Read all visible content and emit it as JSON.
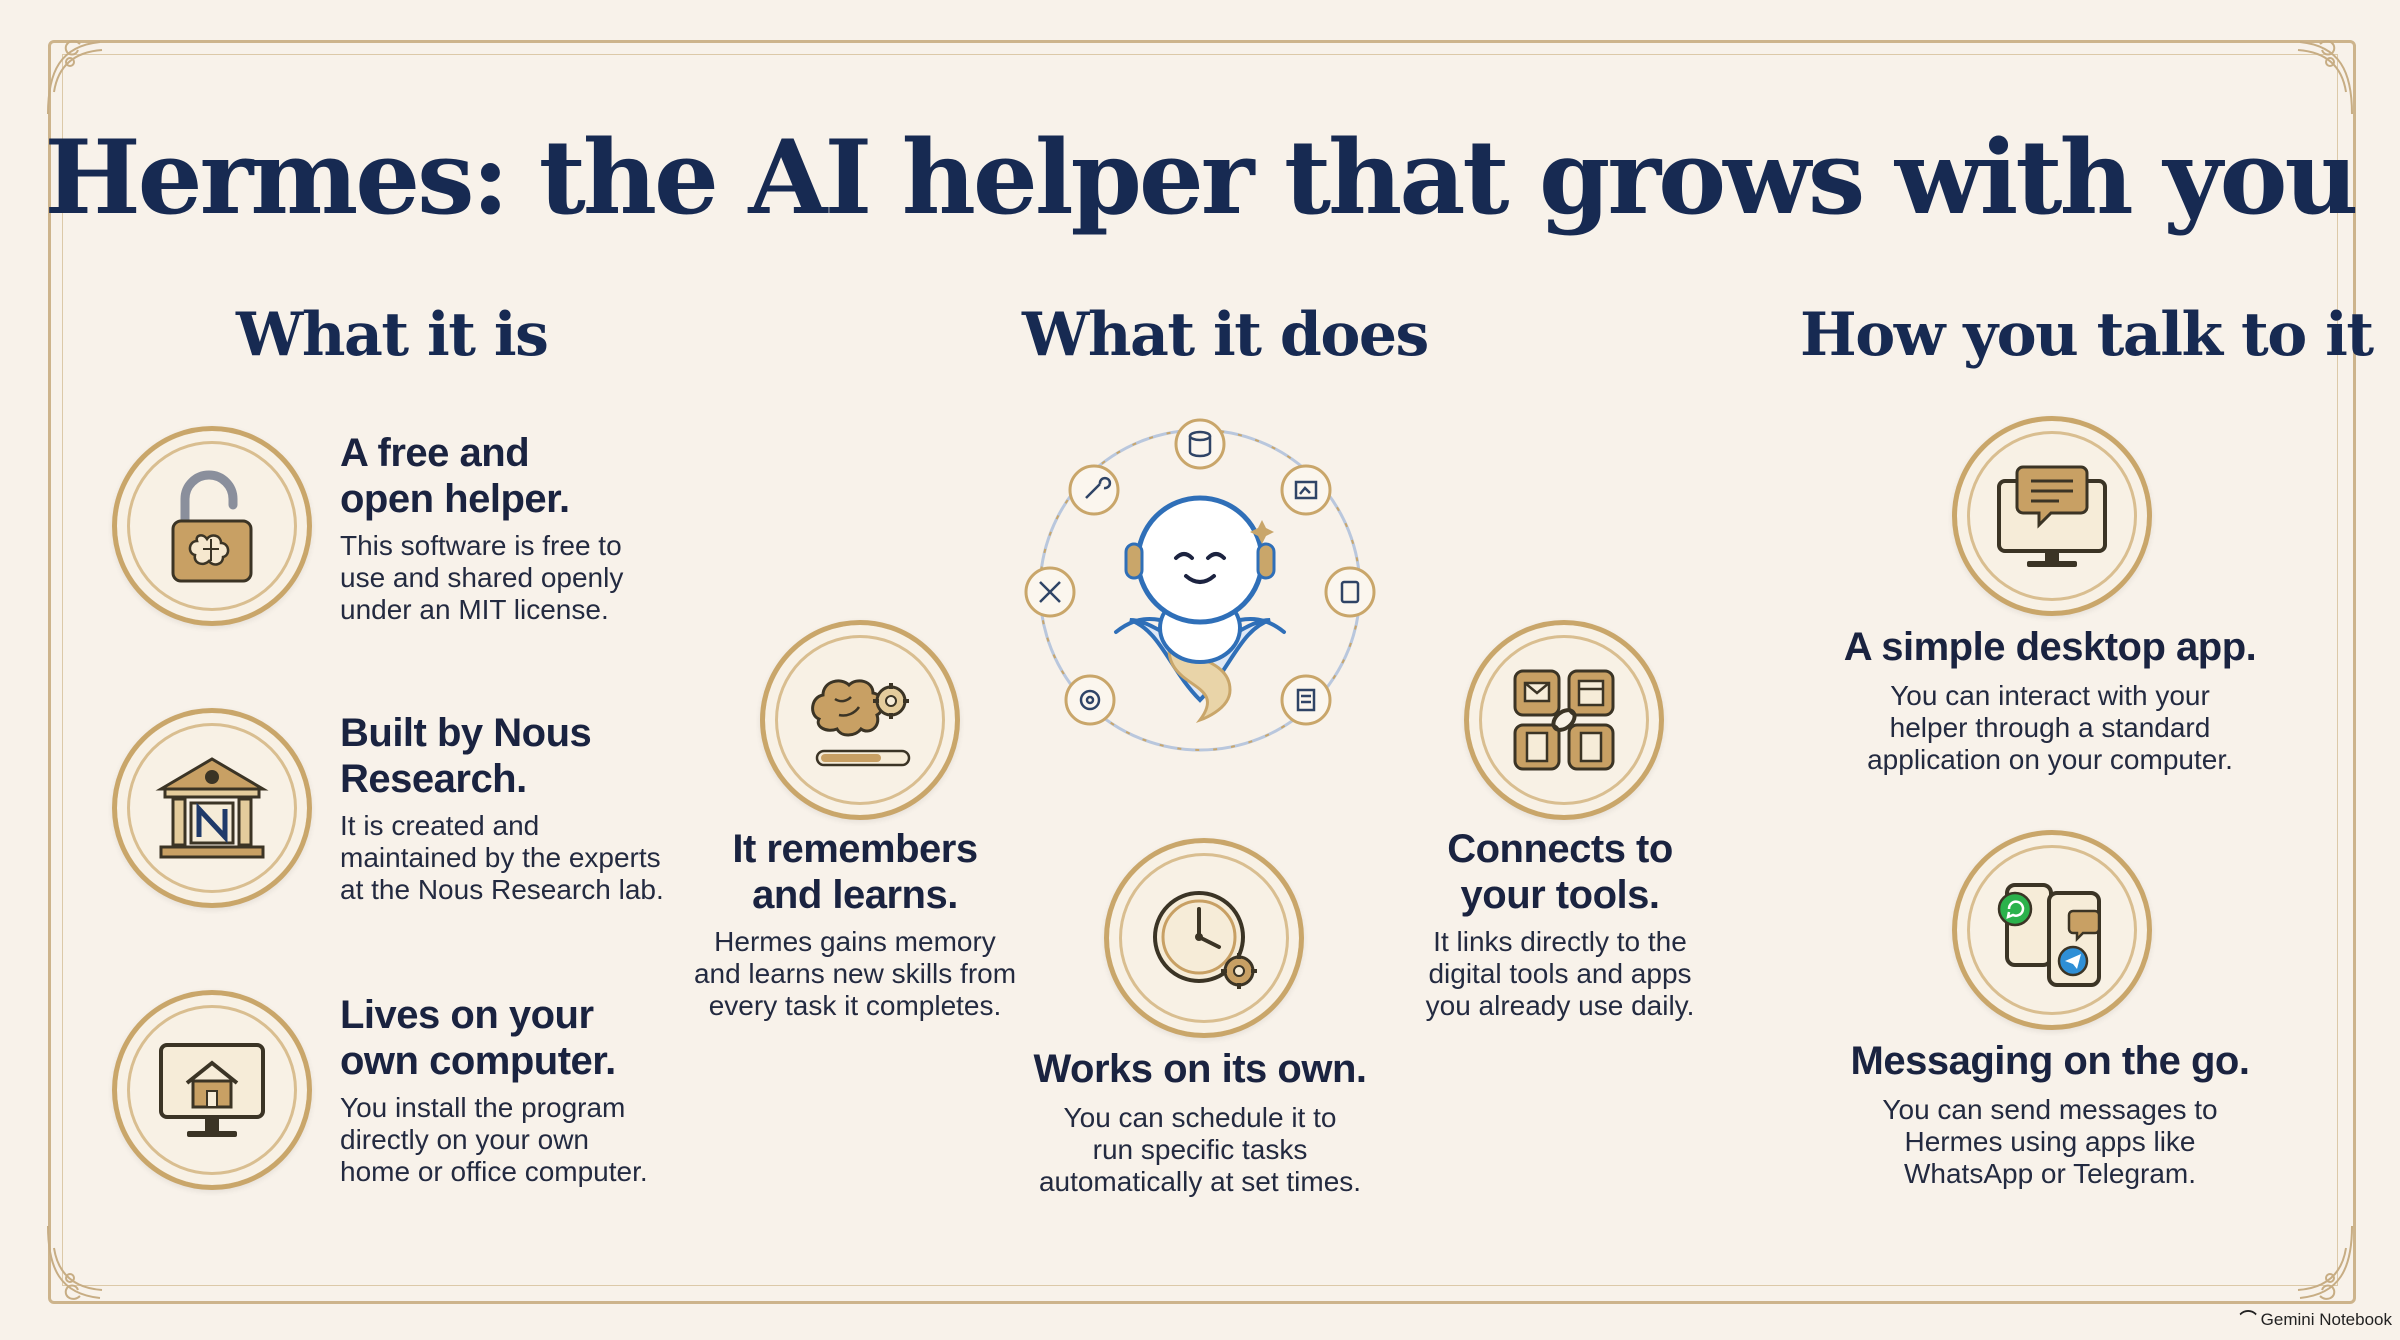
{
  "title": "Hermes: the AI helper that grows with you",
  "columns": {
    "left": {
      "heading": "What it is",
      "items": [
        {
          "icon": "unlocked-brain-icon",
          "title_l1": "A free and",
          "title_l2": "open helper.",
          "desc_l1": "This software is free to",
          "desc_l2": "use and shared openly",
          "desc_l3": "under an MIT license."
        },
        {
          "icon": "institution-building-icon",
          "title_l1": "Built by Nous",
          "title_l2": "Research.",
          "desc_l1": "It is created and",
          "desc_l2": "maintained by the experts",
          "desc_l3": "at the Nous Research lab."
        },
        {
          "icon": "home-computer-icon",
          "title_l1": "Lives on your",
          "title_l2": "own computer.",
          "desc_l1": "You install the program",
          "desc_l2": "directly on your own",
          "desc_l3": "home or office computer."
        }
      ]
    },
    "middle": {
      "heading": "What it does",
      "items": [
        {
          "icon": "brain-gear-icon",
          "title_l1": "It remembers",
          "title_l2": "and learns.",
          "desc_l1": "Hermes gains memory",
          "desc_l2": "and learns new skills from",
          "desc_l3": "every task it completes."
        },
        {
          "icon": "clock-gear-icon",
          "title_l1": "Works on its own.",
          "desc_l1": "You can schedule it to",
          "desc_l2": "run specific tasks",
          "desc_l3": "automatically at set times."
        },
        {
          "icon": "connected-apps-icon",
          "title_l1": "Connects to",
          "title_l2": "your tools.",
          "desc_l1": "It links directly to the",
          "desc_l2": "digital tools and apps",
          "desc_l3": "you already use daily."
        }
      ]
    },
    "right": {
      "heading": "How you talk to it",
      "items": [
        {
          "icon": "desktop-chat-icon",
          "title_l1": "A simple desktop app.",
          "desc_l1": "You can interact with your",
          "desc_l2": "helper through a standard",
          "desc_l3": "application on your computer."
        },
        {
          "icon": "phone-messaging-icon",
          "title_l1": "Messaging on the go.",
          "desc_l1": "You can send messages to",
          "desc_l2": "Hermes using apps like",
          "desc_l3": "WhatsApp or Telegram."
        }
      ]
    }
  },
  "footer": {
    "brand": "Gemini Notebook"
  },
  "colors": {
    "navy": "#172a52",
    "gold": "#c9a66a",
    "background": "#f8f2ea",
    "robot_blue": "#2f6fb8"
  }
}
